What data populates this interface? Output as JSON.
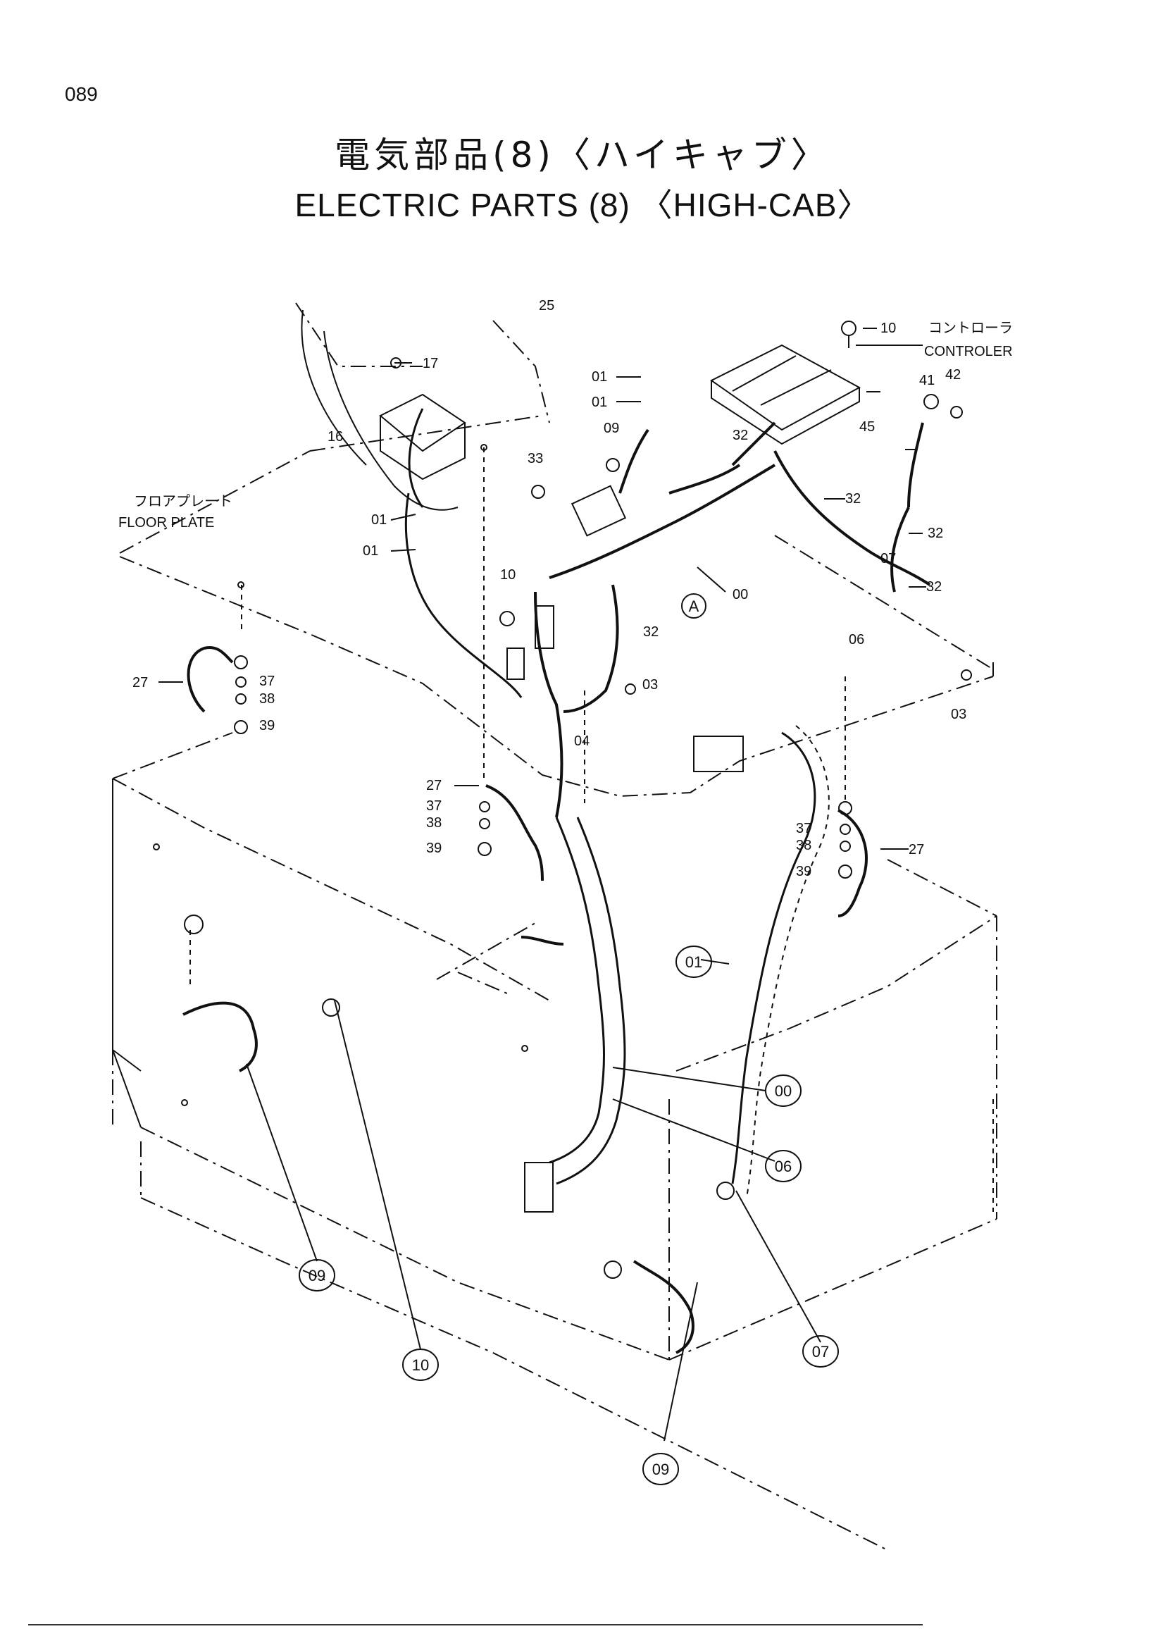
{
  "page": {
    "number": "089",
    "title_jp": "電気部品(8)〈ハイキャブ〉",
    "title_en": "ELECTRIC   PARTS (8) 〈HIGH-CAB〉"
  },
  "diagram": {
    "annotations": {
      "floor_plate_jp": "フロアプレート",
      "floor_plate_en": "FLOOR PLATE",
      "controller_jp": "コントローラ",
      "controller_en": "CONTROLER",
      "view_marker": "A"
    },
    "part_labels": [
      "25",
      "10",
      "17",
      "16",
      "01",
      "01",
      "01",
      "01",
      "09",
      "33",
      "32",
      "32",
      "32",
      "32",
      "32",
      "45",
      "41",
      "42",
      "10",
      "00",
      "27",
      "37",
      "38",
      "39",
      "03",
      "06",
      "07",
      "03",
      "04",
      "27",
      "37",
      "38",
      "39",
      "37",
      "38",
      "39",
      "27"
    ],
    "circled_callouts": [
      "01",
      "00",
      "06",
      "09",
      "10",
      "07",
      "09"
    ]
  }
}
